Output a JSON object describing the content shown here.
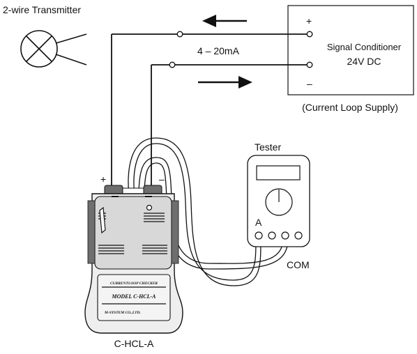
{
  "labels": {
    "transmitter": "2-wire Transmitter",
    "current_range": "4 – 20mA",
    "conditioner_line1": "Signal Conditioner",
    "conditioner_line2": "24V DC",
    "current_loop_supply": "(Current Loop Supply)",
    "tester": "Tester",
    "terminal_a": "A",
    "terminal_com": "COM",
    "device_name": "C-HCL-A",
    "plus_conditioner": "+",
    "minus_conditioner": "–",
    "plus_checker": "+",
    "minus_checker": "–"
  },
  "device_panel": {
    "title": "CURRENTLOOP CHECKER",
    "model": "MODEL  C-HCL-A",
    "maker": "M-SYSTEM CO.,LTD."
  },
  "colors": {
    "line": "#111111",
    "device_fill": "#eeeeee",
    "device_dark": "#6e6e6e"
  }
}
